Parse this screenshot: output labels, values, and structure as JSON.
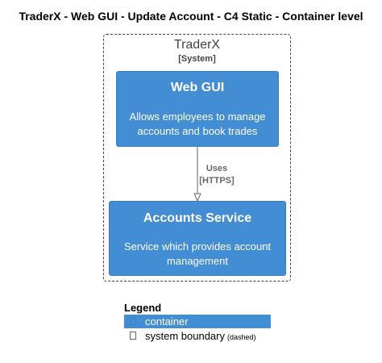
{
  "title": "TraderX - Web GUI - Update Account - C4 Static - Container level",
  "boundary": {
    "name": "TraderX",
    "type": "[System]"
  },
  "containers": [
    {
      "name": "Web GUI",
      "description": "Allows employees to manage accounts and book trades"
    },
    {
      "name": "Accounts Service",
      "description": "Service which provides account management"
    }
  ],
  "relationship": {
    "label": "Uses",
    "technology": "[HTTPS]"
  },
  "legend": {
    "title": "Legend",
    "container_label": "container",
    "boundary_label": "system boundary",
    "boundary_note": "(dashed)"
  },
  "colors": {
    "container_fill": "#438DD5",
    "container_border": "#3C7FC0",
    "boundary_stroke": "#444444",
    "relationship_line": "#666666"
  }
}
